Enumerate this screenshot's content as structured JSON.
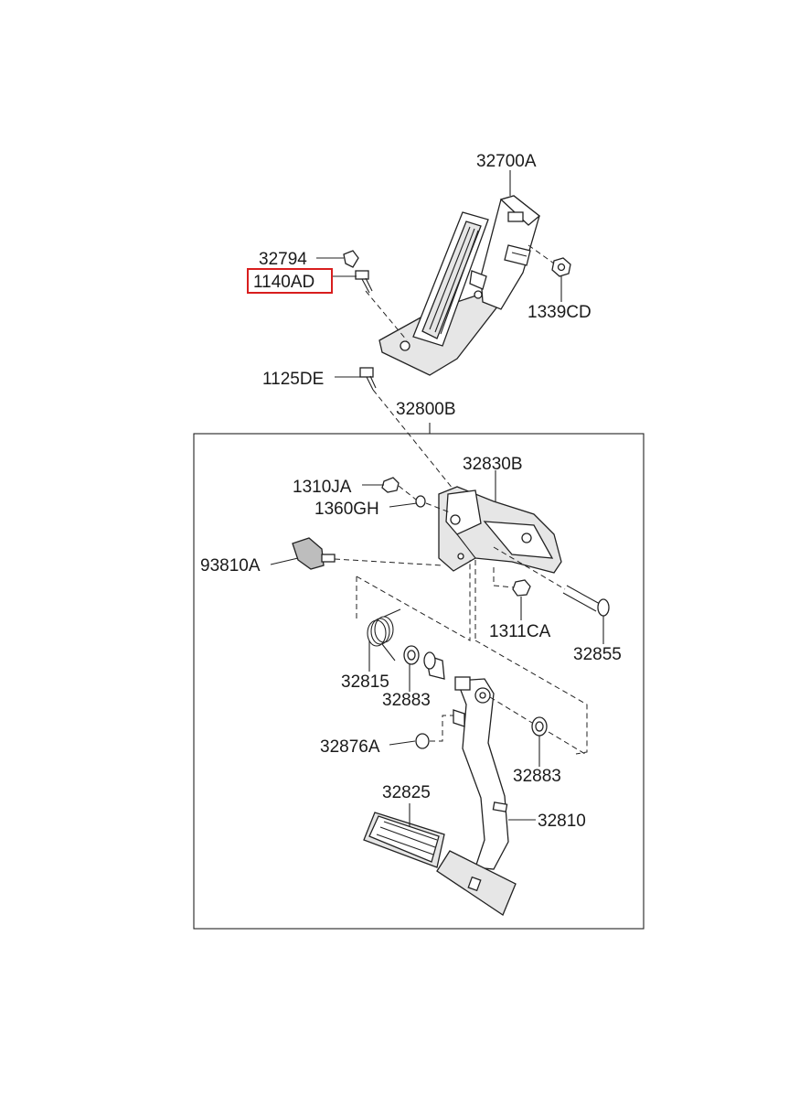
{
  "highlight_color": "#d81e1e",
  "selected_part": "1140AD",
  "labels": {
    "p32700A": "32700A",
    "p32794": "32794",
    "p1140AD": "1140AD",
    "p1339CD": "1339CD",
    "p1125DE": "1125DE",
    "p32800B": "32800B",
    "p32830B": "32830B",
    "p1310JA": "1310JA",
    "p1360GH": "1360GH",
    "p93810A": "93810A",
    "p1311CA": "1311CA",
    "p32855": "32855",
    "p32815": "32815",
    "p32883a": "32883",
    "p32876A": "32876A",
    "p32883b": "32883",
    "p32825": "32825",
    "p32810": "32810"
  }
}
